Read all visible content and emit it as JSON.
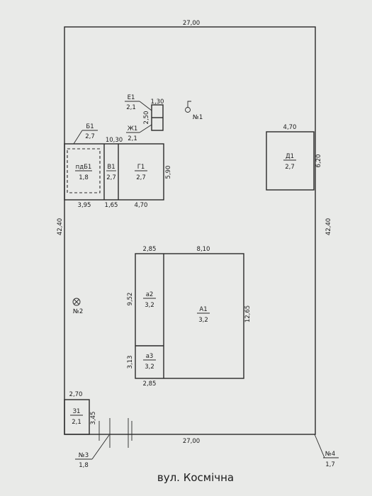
{
  "plot": {
    "top_width": "27,00",
    "bottom_width": "27,00",
    "left_depth": "42,40",
    "right_depth": "42,40"
  },
  "buildings": {
    "A1": {
      "name": "А1",
      "value": "3,2",
      "width": "8,10",
      "depth": "12,65"
    },
    "a2": {
      "name": "а2",
      "value": "3,2",
      "width": "2,85",
      "depth": "9,52"
    },
    "a3": {
      "name": "а3",
      "value": "3,2",
      "width": "2,85",
      "depth": "3,13"
    },
    "B1": {
      "name": "Б1",
      "value": "2,7",
      "width": "3,95"
    },
    "pdB1": {
      "name": "пдБ1",
      "value": "1,8"
    },
    "V1": {
      "name": "В1",
      "value": "2,7",
      "width": "1,65"
    },
    "G1": {
      "name": "Г1",
      "value": "2,7",
      "width": "4,70",
      "depth": "5,90"
    },
    "BVG_total": "10,30",
    "D1": {
      "name": "Д1",
      "value": "2,7",
      "width": "4,70",
      "depth": "6,20"
    },
    "E1": {
      "name": "Е1",
      "value": "2,1",
      "width": "1,30",
      "depth": "2,50"
    },
    "Zh1": {
      "name": "Ж1",
      "value": "2,1"
    },
    "Z1": {
      "name": "З1",
      "value": "2,1",
      "width": "2,70",
      "depth": "3,45"
    }
  },
  "markers": {
    "m1": "№1",
    "m2": "№2",
    "m3": {
      "name": "№3",
      "value": "1,8"
    },
    "m4": {
      "name": "№4",
      "value": "1,7"
    }
  },
  "street": "вул. Космічна"
}
